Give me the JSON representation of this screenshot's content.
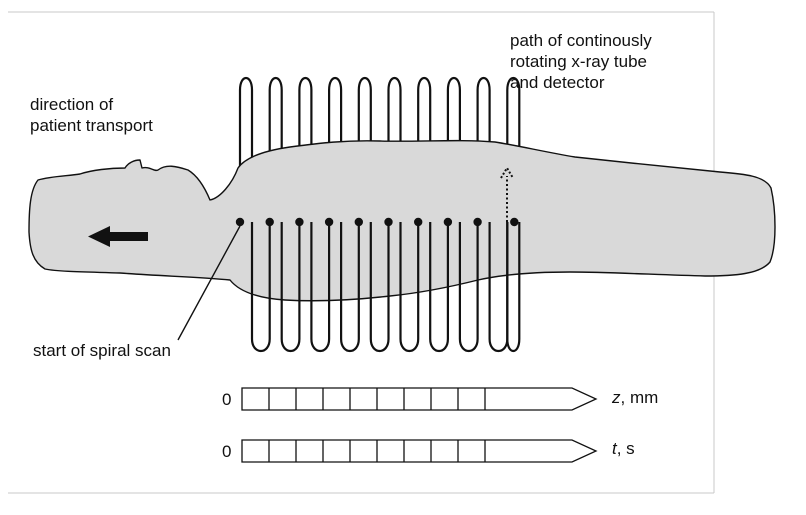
{
  "labels": {
    "transport": [
      "direction of",
      "patient transport"
    ],
    "path": [
      "path of continously",
      "rotating x-ray tube",
      "and detector"
    ],
    "start": "start of spiral scan"
  },
  "axes": [
    {
      "zero": "0",
      "var": "z",
      "unit": ", mm"
    },
    {
      "zero": "0",
      "var": "t",
      "unit": ", s"
    }
  ],
  "diagram": {
    "loop_count": 10,
    "tick_count": 9,
    "colors": {
      "body_fill": "#d9d9d9",
      "stroke": "#111111",
      "frame": "#bfbfbf"
    }
  }
}
